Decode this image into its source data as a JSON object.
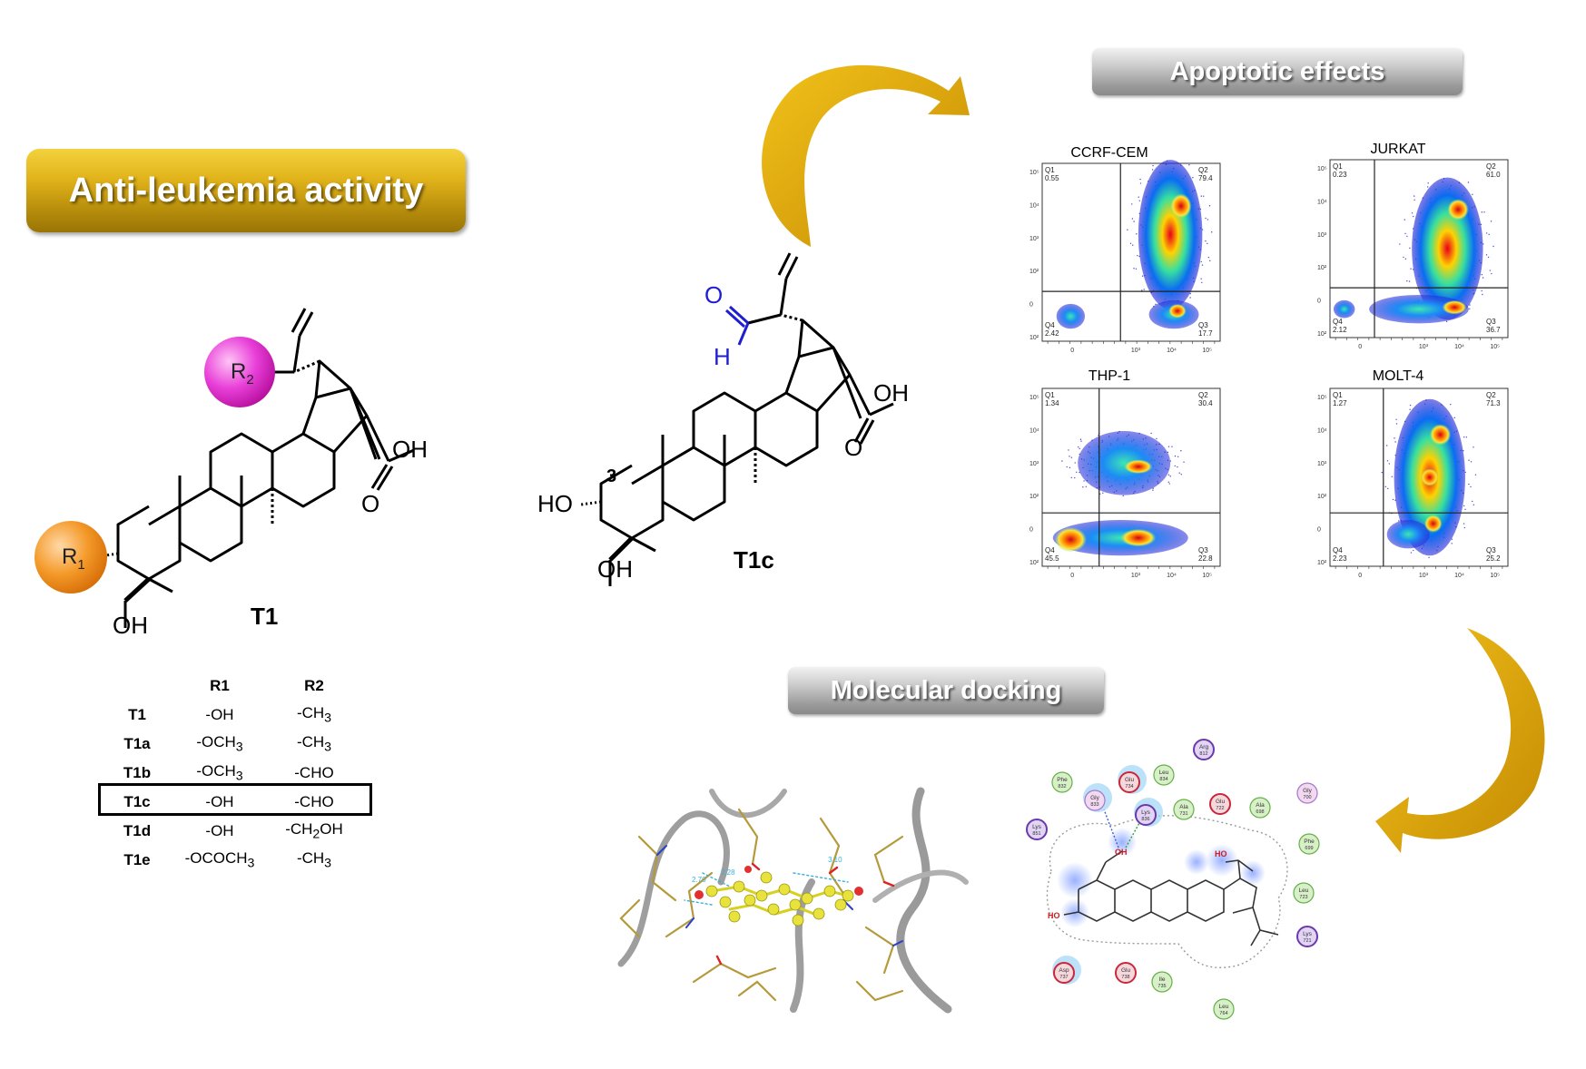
{
  "banners": {
    "main": "Anti-leukemia activity",
    "apoptotic": "Apoptotic effects",
    "docking": "Molecular docking"
  },
  "structures": {
    "t1": {
      "label": "T1",
      "r1": "R",
      "r1_sub": "1",
      "r2": "R",
      "r2_sub": "2",
      "oh_acid": "OH",
      "o_acid": "O",
      "oh_bottom": "OH"
    },
    "t1c": {
      "label": "T1c",
      "o_ald": "O",
      "h_ald": "H",
      "oh_acid": "OH",
      "o_acid": "O",
      "ho": "HO",
      "c3": "3",
      "oh_bottom": "OH"
    }
  },
  "table": {
    "headers": [
      "",
      "R1",
      "R2"
    ],
    "rows": [
      {
        "name": "T1",
        "r1": "-OH",
        "r2": "-CH",
        "r2_sub": "3",
        "r2_tail": ""
      },
      {
        "name": "T1a",
        "r1": "-OCH",
        "r1_sub": "3",
        "r2": "-CH",
        "r2_sub": "3",
        "r2_tail": ""
      },
      {
        "name": "T1b",
        "r1": "-OCH",
        "r1_sub": "3",
        "r2": "-CHO",
        "r2_sub": "",
        "r2_tail": ""
      },
      {
        "name": "T1c",
        "r1": "-OH",
        "r2": "-CHO",
        "r2_sub": "",
        "r2_tail": ""
      },
      {
        "name": "T1d",
        "r1": "-OH",
        "r2": "-CH",
        "r2_sub": "2",
        "r2_tail": "OH"
      },
      {
        "name": "T1e",
        "r1": "-OCOCH",
        "r1_sub": "3",
        "r2": "-CH",
        "r2_sub": "3",
        "r2_tail": ""
      }
    ],
    "highlighted": "T1c"
  },
  "flow_plots": [
    {
      "title": "CCRF-CEM",
      "q1": "0.55",
      "q2": "79.4",
      "q3": "17.7",
      "q4": "2.42"
    },
    {
      "title": "JURKAT",
      "q1": "0.23",
      "q2": "61.0",
      "q3": "36.7",
      "q4": "2.12"
    },
    {
      "title": "THP-1",
      "q1": "1.34",
      "q2": "30.4",
      "q3": "22.8",
      "q4": "45.5"
    },
    {
      "title": "MOLT-4",
      "q1": "1.27",
      "q2": "71.3",
      "q3": "25.2",
      "q4": "2.23"
    }
  ],
  "quadrant_names": [
    "Q1",
    "Q2",
    "Q3",
    "Q4"
  ],
  "axis_ticks": {
    "y": [
      "10⁵",
      "10⁴",
      "10³",
      "10²",
      "0",
      "10²"
    ],
    "x": [
      "0",
      "10³",
      "10⁴",
      "10⁵"
    ]
  },
  "docking": {
    "distances": [
      "2.28",
      "3.10",
      "2.70"
    ],
    "residues": [
      {
        "name": "Phe",
        "num": "832",
        "type": "green"
      },
      {
        "name": "Glu",
        "num": "734",
        "type": "red"
      },
      {
        "name": "Leu",
        "num": "834",
        "type": "green"
      },
      {
        "name": "Arg",
        "num": "812",
        "type": "purple"
      },
      {
        "name": "Gly",
        "num": "833",
        "type": "pink"
      },
      {
        "name": "Lys",
        "num": "836",
        "type": "purple"
      },
      {
        "name": "Ala",
        "num": "731",
        "type": "green"
      },
      {
        "name": "Glu",
        "num": "722",
        "type": "red"
      },
      {
        "name": "Ala",
        "num": "698",
        "type": "green"
      },
      {
        "name": "Gly",
        "num": "700",
        "type": "pink"
      },
      {
        "name": "Lys",
        "num": "851",
        "type": "purple"
      },
      {
        "name": "Phe",
        "num": "699",
        "type": "green"
      },
      {
        "name": "Leu",
        "num": "723",
        "type": "green"
      },
      {
        "name": "Lys",
        "num": "721",
        "type": "purple"
      },
      {
        "name": "Asp",
        "num": "737",
        "type": "red"
      },
      {
        "name": "Glu",
        "num": "738",
        "type": "red"
      },
      {
        "name": "Ile",
        "num": "735",
        "type": "green"
      },
      {
        "name": "Leu",
        "num": "764",
        "type": "green"
      }
    ],
    "ligand_atoms": {
      "ho_left": "HO",
      "oh_top": "OH",
      "ho_acid": "HO"
    }
  },
  "colors": {
    "gold": "#d8a40f",
    "arrow": "#e0a806",
    "r1_ball": "#f28a1e",
    "r2_ball": "#e23ad6",
    "aldehyde": "#1f1fd0"
  }
}
